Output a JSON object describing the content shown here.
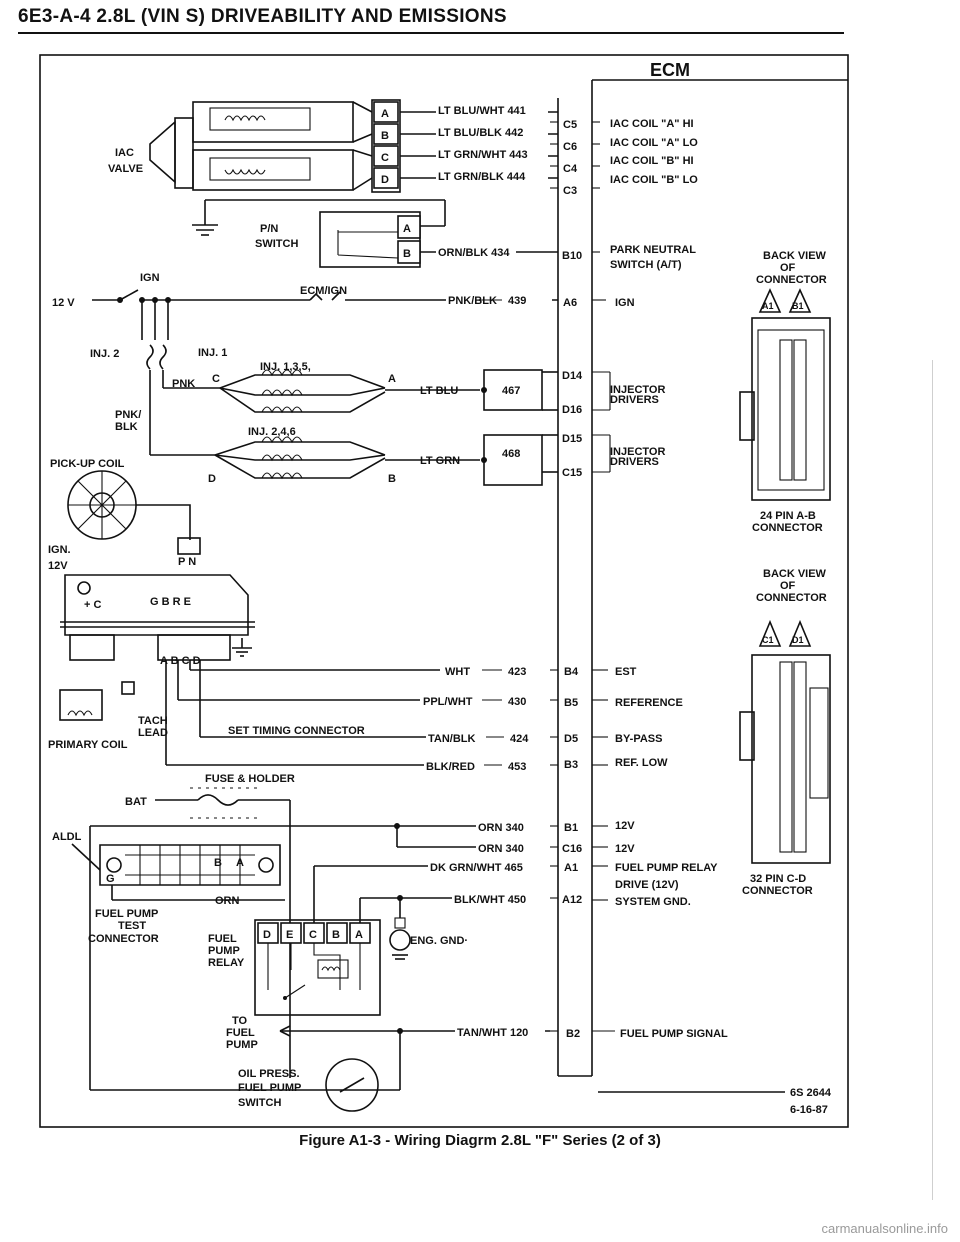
{
  "header": "6E3-A-4 2.8L (VIN S) DRIVEABILITY AND EMISSIONS",
  "ecm_title": "ECM",
  "iac": {
    "label_line1": "IAC",
    "label_line2": "VALVE",
    "pins": [
      "A",
      "B",
      "C",
      "D"
    ],
    "wires": [
      "LT BLU/WHT 441",
      "LT BLU/BLK  442",
      "LT GRN/WHT 443",
      "LT GRN/BLK  444"
    ],
    "ecm_pins": [
      "C5",
      "C6",
      "C4",
      "C3"
    ],
    "functions": [
      "IAC COIL \"A\" HI",
      "IAC COIL \"A\" LO",
      "IAC COIL \"B\" HI",
      "IAC COIL \"B\" LO"
    ]
  },
  "pn_switch": {
    "label_line1": "P/N",
    "label_line2": "SWITCH",
    "pins": [
      "A",
      "B"
    ],
    "wire": "ORN/BLK  434",
    "ecm_pin": "B10",
    "function_line1": "PARK NEUTRAL",
    "function_line2": "SWITCH (A/T)"
  },
  "power": {
    "v12": "12 V",
    "ign": "IGN",
    "ecm_ign": "ECM/IGN",
    "wire": "PNK/BLK",
    "circuit": "439",
    "ecm_pin": "A6",
    "function": "IGN"
  },
  "injectors": {
    "inj2": "INJ. 2",
    "inj1": "INJ. 1",
    "pnk": "PNK",
    "pnk_blk_1": "PNK/",
    "pnk_blk_2": "BLK",
    "bank1": "INJ. 1,3,5,",
    "bank2": "INJ. 2,4,6",
    "c": "C",
    "a": "A",
    "d": "D",
    "b": "B",
    "wire1": "LT BLU",
    "circuit1": "467",
    "wire2": "LT GRN",
    "circuit2": "468",
    "ecm_pins1": [
      "D14",
      "D16"
    ],
    "ecm_pins2": [
      "D15",
      "C15"
    ],
    "function1_line1": "INJECTOR",
    "function1_line2": "DRIVERS",
    "function2_line1": "INJECTOR",
    "function2_line2": "DRIVERS"
  },
  "ignition": {
    "pickup": "PICK-UP COIL",
    "ign": "IGN.",
    "v12": "12V",
    "pn": "P N",
    "pc": "+ C",
    "gbre": "G B R E",
    "abcd": "A B C D",
    "tach_1": "TACH",
    "tach_2": "LEAD",
    "primary": "PRIMARY COIL",
    "set_timing": "SET TIMING CONNECTOR",
    "fuse": "FUSE & HOLDER",
    "bat": "BAT"
  },
  "ecm_signals": [
    {
      "wire": "WHT",
      "circuit": "423",
      "pin": "B4",
      "function": "EST"
    },
    {
      "wire": "PPL/WHT",
      "circuit": "430",
      "pin": "B5",
      "function": "REFERENCE"
    },
    {
      "wire": "TAN/BLK",
      "circuit": "424",
      "pin": "D5",
      "function": "BY-PASS"
    },
    {
      "wire": "BLK/RED",
      "circuit": "453",
      "pin": "B3",
      "function": "REF. LOW"
    }
  ],
  "fuel": {
    "aldl": "ALDL",
    "aldl_g": "G",
    "aldl_b": "B",
    "aldl_a": "A",
    "orn": "ORN",
    "test_1": "FUEL PUMP",
    "test_2": "TEST",
    "test_3": "CONNECTOR",
    "relay_1": "FUEL",
    "relay_2": "PUMP",
    "relay_3": "RELAY",
    "relay_pins": [
      "D",
      "E",
      "C",
      "B",
      "A"
    ],
    "eng_gnd": "ENG. GND·",
    "to_1": "TO",
    "to_2": "FUEL",
    "to_3": "PUMP",
    "oil_1": "OIL PRESS.",
    "oil_2": "FUEL PUMP",
    "oil_3": "SWITCH",
    "rows": [
      {
        "wire": "ORN 340",
        "pin": "B1",
        "function": "12V"
      },
      {
        "wire": "ORN 340",
        "pin": "C16",
        "function": "12V"
      },
      {
        "wire": "DK GRN/WHT 465",
        "pin": "A1",
        "function": "FUEL PUMP RELAY"
      },
      {
        "wire": "BLK/WHT 450",
        "pin": "A12",
        "function": "SYSTEM GND."
      }
    ],
    "drive": "DRIVE (12V)",
    "signal_wire": "TAN/WHT 120",
    "signal_pin": "B2",
    "signal_function": "FUEL PUMP SIGNAL"
  },
  "connectors": {
    "back_view_1": "BACK VIEW",
    "of": "OF",
    "connector": "CONNECTOR",
    "a1": "A1",
    "b1": "B1",
    "c1": "C1",
    "d1": "D1",
    "pin24_1": "24 PIN  A-B",
    "pin24_2": "CONNECTOR",
    "pin32_1": "32  PIN C-D",
    "pin32_2": "CONNECTOR"
  },
  "refs": {
    "code": "6S 2644",
    "date": "6-16-87"
  },
  "caption": "Figure A1-3 - Wiring Diagrm 2.8L \"F\" Series (2 of 3)",
  "watermark": "carmanualsonline.info"
}
